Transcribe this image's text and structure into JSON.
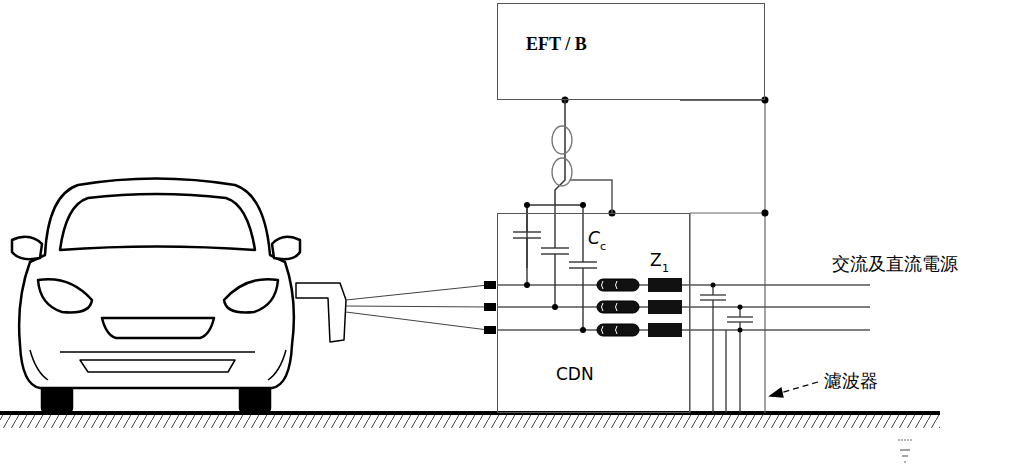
{
  "diagram": {
    "nodes": [
      {
        "text": [
          "EFT / B"
        ]
      },
      {
        "text": [
          "CDN"
        ]
      }
    ],
    "edges": [
      {
        "from": 0,
        "to": 1,
        "arrow": "none"
      }
    ],
    "labels": [
      "C",
      "c",
      "Z",
      "1",
      "交流及直流電源",
      "濾波器"
    ]
  }
}
